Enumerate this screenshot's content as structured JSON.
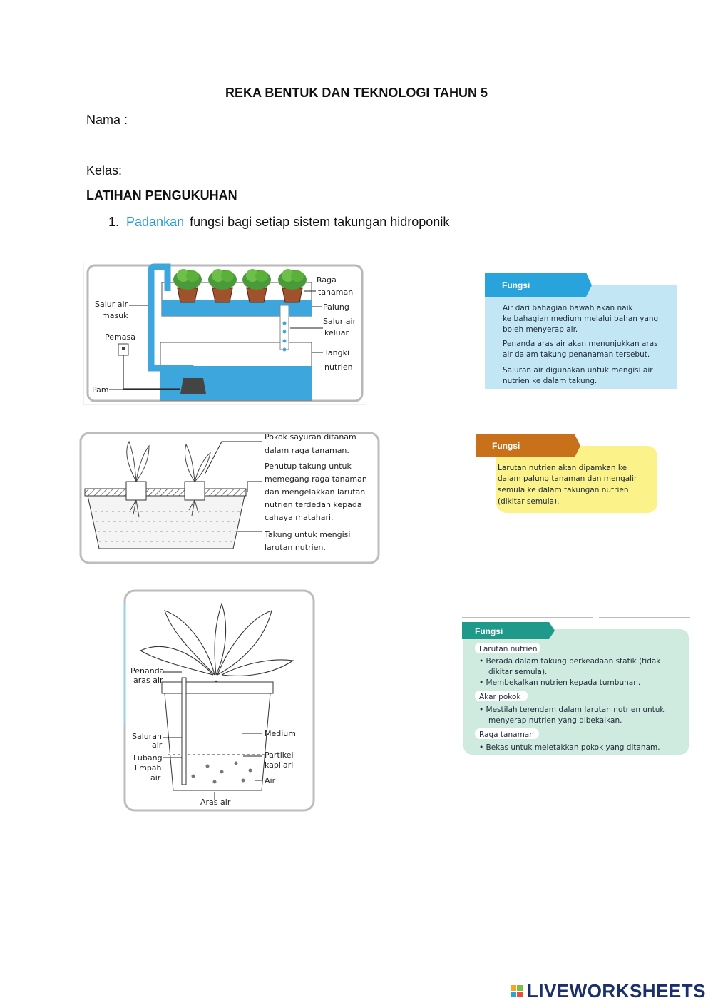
{
  "header": {
    "title": "REKA BENTUK DAN TEKNOLOGI TAHUN 5"
  },
  "form": {
    "name_label": "Nama :",
    "class_label": "Kelas:"
  },
  "section": {
    "title": "LATIHAN PENGUKUHAN"
  },
  "question": {
    "number": "1.",
    "link_word": "Padankan",
    "text": "fungsi bagi setiap sistem takungan hidroponik"
  },
  "diagram1": {
    "labels": [
      "Raga",
      "tanaman",
      "Palung",
      "Salur air",
      "keluar",
      "Tangki",
      "nutrien",
      "Salur air",
      "masuk",
      "Pemasa",
      "Pam"
    ]
  },
  "diagram2": {
    "labels": [
      "Pokok sayuran ditanam",
      "dalam raga tanaman.",
      "Penutup takung untuk",
      "memegang raga tanaman",
      "dan mengelakkan larutan",
      "nutrien terdedah kepada",
      "cahaya matahari.",
      "Takung untuk mengisi",
      "larutan nutrien."
    ]
  },
  "diagram3": {
    "labels": [
      "Penanda",
      "aras air",
      "Saluran",
      "air",
      "Lubang",
      "limpah",
      "air",
      "Medium",
      "Partikel",
      "kapilari",
      "Air",
      "Aras air"
    ]
  },
  "card1": {
    "heading": "Fungsi",
    "lines": [
      "Air dari bahagian bawah akan naik",
      "ke bahagian medium melalui bahan yang",
      "boleh menyerap air.",
      "Penanda aras air akan menunjukkan aras",
      "air dalam takung penanaman tersebut.",
      "Saluran air digunakan untuk mengisi air",
      "nutrien ke dalam takung."
    ]
  },
  "card2": {
    "heading": "Fungsi",
    "lines": [
      "Larutan nutrien akan dipamkan ke",
      "dalam palung tanaman dan mengalir",
      "semula ke dalam takungan nutrien",
      "(dikitar semula)."
    ]
  },
  "card3": {
    "heading": "Fungsi",
    "tag1": "Larutan nutrien",
    "b1": [
      "Berada dalam takung berkeadaan statik (tidak",
      "dikitar semula).",
      "Membekalkan nutrien kepada tumbuhan."
    ],
    "tag2": "Akar pokok",
    "b2": [
      "Mestilah terendam dalam larutan nutrien untuk",
      "menyerap nutrien yang dibekalkan."
    ],
    "tag3": "Raga tanaman",
    "b3": [
      "Bekas untuk meletakkan pokok yang ditanam."
    ]
  },
  "footer": {
    "brand": "LIVEWORKSHEETS"
  },
  "colors": {
    "link": "#1e9bd7",
    "card1_head": "#29a3dc",
    "card1_bg": "#c3e6f5",
    "card2_head": "#c8701a",
    "card2_bg": "#fbf28a",
    "card3_head": "#1f9a8a",
    "card3_bg": "#cfeade",
    "water": "#3da6dd"
  }
}
